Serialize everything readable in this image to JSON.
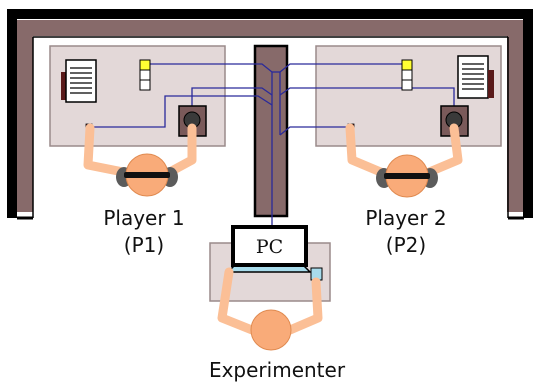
{
  "labels": {
    "player1_name": "Player 1",
    "player1_code": "(P1)",
    "player2_name": "Player 2",
    "player2_code": "(P2)",
    "experimenter": "Experimenter",
    "pc": "PC"
  },
  "icons": {
    "player": "person-with-headphones-icon",
    "experimenter": "person-icon",
    "computer": "monitor-icon",
    "button": "push-button-icon",
    "lights": "signal-light-icon",
    "sheet": "paper-sheet-icon"
  },
  "colors": {
    "room_wall": "#876a6a",
    "room_edge": "#000000",
    "table": "#e3d8d8",
    "divider": "#876a6a",
    "wire": "#2a2a9a",
    "skin": "#fbbf96",
    "head": "#f9ab79",
    "headphones": "#5b5b5b",
    "light_on": "#ffff33",
    "screen": "#a8dcec"
  }
}
